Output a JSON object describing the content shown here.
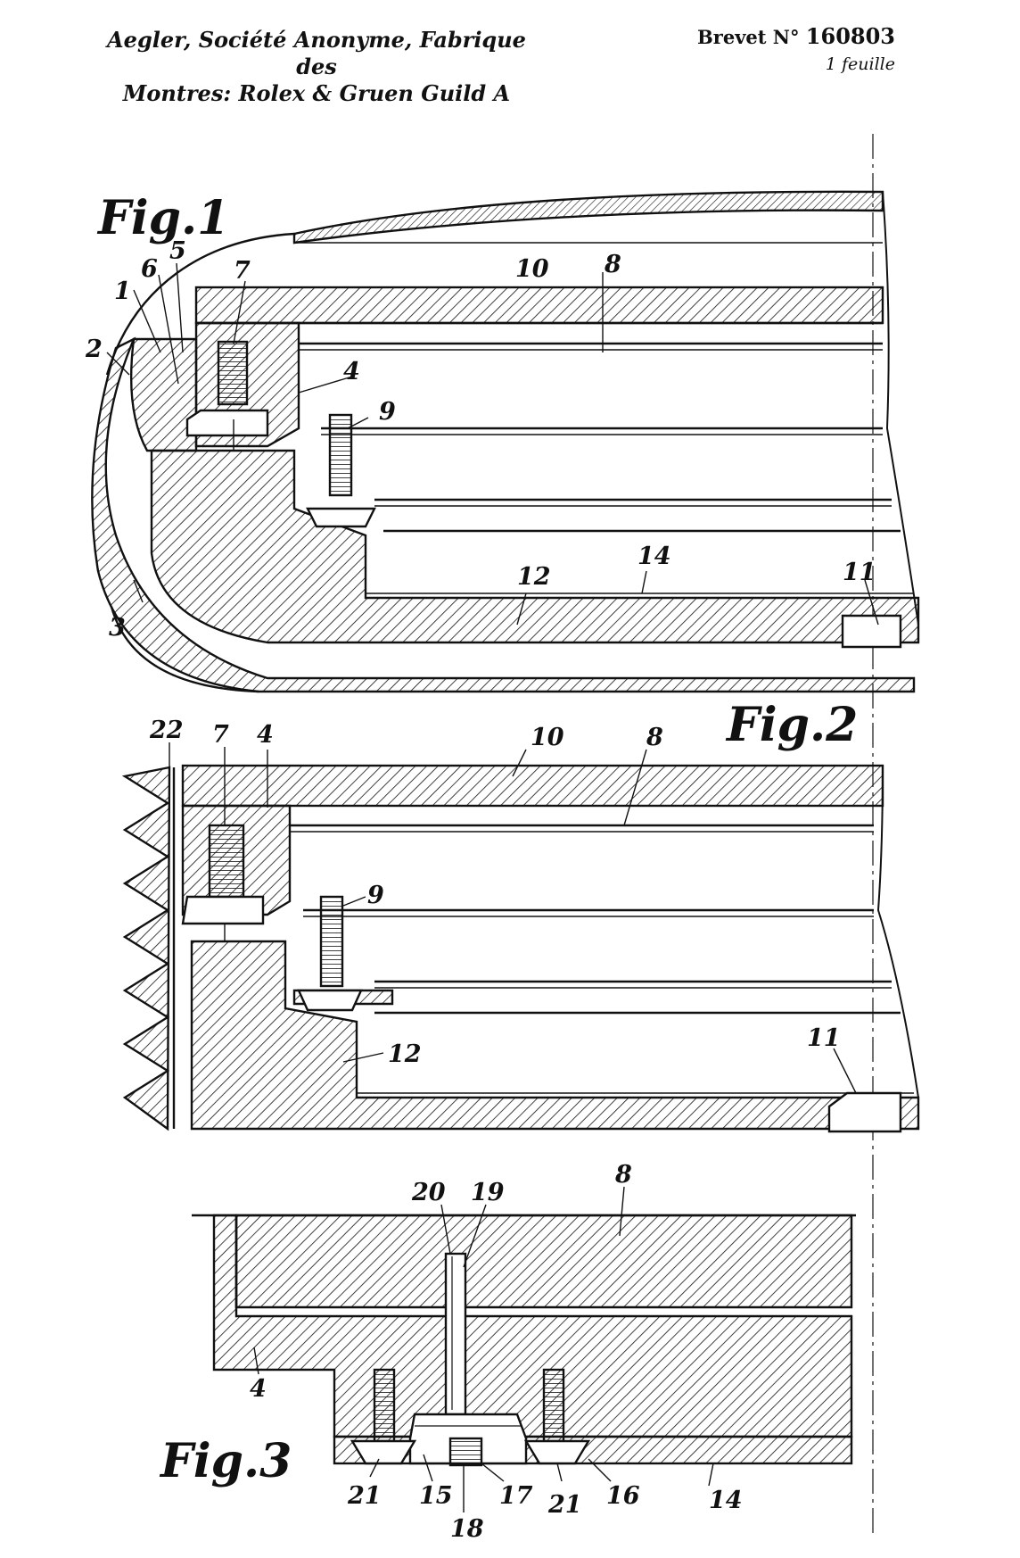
{
  "header": {
    "applicant_line1": "Aegler, Société Anonyme, Fabrique des",
    "applicant_line2": "Montres: Rolex & Gruen Guild A",
    "brevet_prefix": "Brevet N°",
    "brevet_number": "160803",
    "sheets": "1 feuille"
  },
  "figures": {
    "fig1": "Fig.1",
    "fig2": "Fig.2",
    "fig3": "Fig.3"
  },
  "labels": {
    "fig1": [
      "1",
      "2",
      "3",
      "4",
      "5",
      "6",
      "7",
      "8",
      "9",
      "10",
      "11",
      "12",
      "14"
    ],
    "fig2": [
      "22",
      "7",
      "4",
      "10",
      "8",
      "9",
      "12",
      "11"
    ],
    "fig3": [
      "8",
      "20",
      "19",
      "4",
      "21",
      "15",
      "18",
      "17",
      "21",
      "16",
      "14"
    ]
  }
}
